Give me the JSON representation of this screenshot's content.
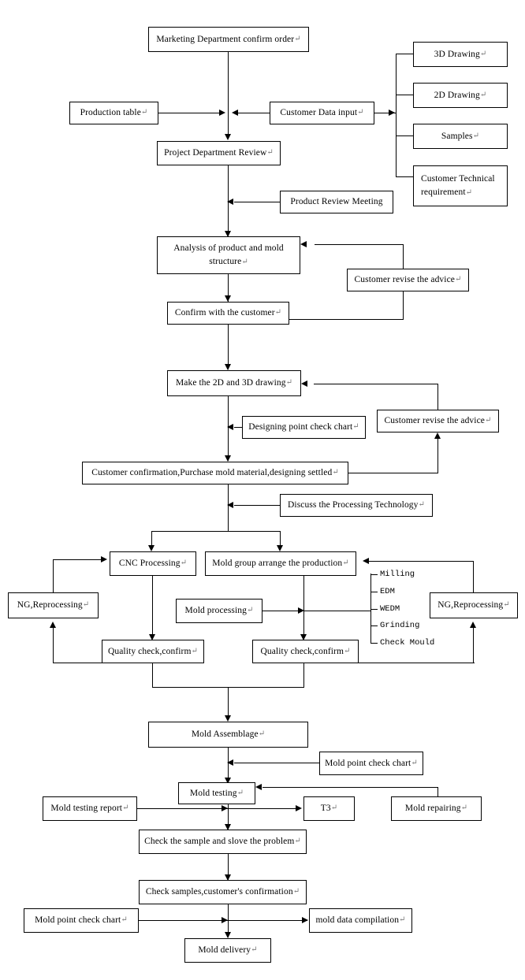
{
  "chart_data": {
    "type": "diagram",
    "title": "Mold manufacturing process flowchart",
    "nodes": [
      {
        "id": "marketing",
        "label": "Marketing Department confirm order"
      },
      {
        "id": "production_table",
        "label": "Production table"
      },
      {
        "id": "customer_data_input",
        "label": "Customer Data input"
      },
      {
        "id": "drawing_3d",
        "label": "3D Drawing"
      },
      {
        "id": "drawing_2d",
        "label": "2D Drawing"
      },
      {
        "id": "samples",
        "label": "Samples"
      },
      {
        "id": "customer_tech_req",
        "label": "Customer  Technical requirement"
      },
      {
        "id": "project_review",
        "label": "Project Department Review"
      },
      {
        "id": "product_review_meeting",
        "label": "Product Review Meeting"
      },
      {
        "id": "analysis",
        "label": "Analysis of product and mold structure"
      },
      {
        "id": "customer_revise_1",
        "label": "Customer revise the advice"
      },
      {
        "id": "confirm_customer",
        "label": "Confirm with the customer"
      },
      {
        "id": "make_drawing",
        "label": "Make the 2D and 3D drawing"
      },
      {
        "id": "designing_point",
        "label": "Designing point check chart"
      },
      {
        "id": "customer_revise_2",
        "label": "Customer revise the advice"
      },
      {
        "id": "customer_confirmation",
        "label": "Customer confirmation,Purchase mold material,designing settled"
      },
      {
        "id": "discuss_tech",
        "label": "Discuss the Processing Technology"
      },
      {
        "id": "cnc",
        "label": "CNC Processing"
      },
      {
        "id": "mold_group",
        "label": "Mold group arrange the production"
      },
      {
        "id": "ng_left",
        "label": "NG,Reprocessing"
      },
      {
        "id": "mold_processing",
        "label": "Mold processing"
      },
      {
        "id": "ng_right",
        "label": "NG,Reprocessing"
      },
      {
        "id": "quality_left",
        "label": "Quality check,confirm"
      },
      {
        "id": "quality_right",
        "label": "Quality check,confirm"
      },
      {
        "id": "mold_assemblage",
        "label": "Mold Assemblage"
      },
      {
        "id": "mold_point_check_1",
        "label": "Mold point check chart"
      },
      {
        "id": "mold_testing",
        "label": "Mold testing"
      },
      {
        "id": "mold_repairing",
        "label": "Mold repairing"
      },
      {
        "id": "mold_testing_report",
        "label": "Mold testing report"
      },
      {
        "id": "t3",
        "label": "T3"
      },
      {
        "id": "check_sample",
        "label": "Check the sample and slove the problem"
      },
      {
        "id": "check_samples_conf",
        "label": "Check samples,customer's confirmation"
      },
      {
        "id": "mold_point_check_2",
        "label": "Mold point check chart"
      },
      {
        "id": "mold_data_comp",
        "label": "mold data compilation"
      },
      {
        "id": "mold_delivery",
        "label": "Mold delivery"
      }
    ],
    "process_list": [
      "Milling",
      "EDM",
      "WEDM",
      "Grinding",
      "Check Mould"
    ],
    "edges": [
      {
        "from": "marketing",
        "to": "project_review"
      },
      {
        "from": "production_table",
        "to": "project_review"
      },
      {
        "from": "customer_data_input",
        "to": "project_review"
      },
      {
        "from": "customer_data_input",
        "to": "drawing_3d"
      },
      {
        "from": "customer_data_input",
        "to": "drawing_2d"
      },
      {
        "from": "customer_data_input",
        "to": "samples"
      },
      {
        "from": "customer_data_input",
        "to": "customer_tech_req"
      },
      {
        "from": "product_review_meeting",
        "to": "analysis"
      },
      {
        "from": "project_review",
        "to": "analysis"
      },
      {
        "from": "analysis",
        "to": "confirm_customer"
      },
      {
        "from": "confirm_customer",
        "to": "customer_revise_1"
      },
      {
        "from": "customer_revise_1",
        "to": "analysis"
      },
      {
        "from": "confirm_customer",
        "to": "make_drawing"
      },
      {
        "from": "designing_point",
        "to": "make_drawing"
      },
      {
        "from": "make_drawing",
        "to": "customer_confirmation"
      },
      {
        "from": "customer_confirmation",
        "to": "customer_revise_2"
      },
      {
        "from": "customer_revise_2",
        "to": "make_drawing"
      },
      {
        "from": "discuss_tech",
        "to": "customer_confirmation"
      },
      {
        "from": "customer_confirmation",
        "to": "cnc"
      },
      {
        "from": "customer_confirmation",
        "to": "mold_group"
      },
      {
        "from": "cnc",
        "to": "quality_left"
      },
      {
        "from": "quality_left",
        "to": "ng_left"
      },
      {
        "from": "ng_left",
        "to": "cnc"
      },
      {
        "from": "mold_group",
        "to": "quality_right"
      },
      {
        "from": "mold_processing",
        "to": "quality_right"
      },
      {
        "from": "quality_right",
        "to": "ng_right"
      },
      {
        "from": "ng_right",
        "to": "mold_group"
      },
      {
        "from": "quality_left",
        "to": "mold_assemblage"
      },
      {
        "from": "quality_right",
        "to": "mold_assemblage"
      },
      {
        "from": "mold_assemblage",
        "to": "mold_testing"
      },
      {
        "from": "mold_point_check_1",
        "to": "mold_testing"
      },
      {
        "from": "mold_repairing",
        "to": "mold_testing"
      },
      {
        "from": "mold_testing",
        "to": "check_sample"
      },
      {
        "from": "mold_testing_report",
        "to": "t3"
      },
      {
        "from": "check_sample",
        "to": "check_samples_conf"
      },
      {
        "from": "mold_point_check_2",
        "to": "mold_data_comp"
      },
      {
        "from": "check_samples_conf",
        "to": "mold_delivery"
      }
    ]
  },
  "nodes": {
    "marketing": "Marketing Department confirm order",
    "production_table": "Production table",
    "customer_data_input": "Customer Data input",
    "drawing_3d": "3D Drawing",
    "drawing_2d": "2D Drawing",
    "samples": "Samples",
    "customer_tech_req_l1": "Customer  Technical",
    "customer_tech_req_l2": "requirement",
    "project_review": "Project Department Review",
    "product_review_meeting": "Product Review Meeting",
    "analysis_l1": "Analysis of product and mold",
    "analysis_l2": "structure",
    "customer_revise_1": "Customer revise the advice",
    "confirm_customer": "Confirm with the customer",
    "make_drawing": "Make the 2D and 3D drawing",
    "designing_point": "Designing point check chart",
    "customer_revise_2": "Customer revise the advice",
    "customer_confirmation": "Customer confirmation,Purchase mold material,designing settled",
    "discuss_tech": "Discuss the Processing Technology",
    "cnc": "CNC Processing",
    "mold_group": "Mold group arrange the production",
    "ng_left": "NG,Reprocessing",
    "mold_processing": "Mold processing",
    "ng_right": "NG,Reprocessing",
    "quality_left": "Quality check,confirm",
    "quality_right": "Quality check,confirm",
    "mold_assemblage": "Mold Assemblage",
    "mold_point_check_1": "Mold point check chart",
    "mold_testing": "Mold testing",
    "mold_repairing": "Mold repairing",
    "mold_testing_report": "Mold testing report",
    "t3": "T3",
    "check_sample": "Check the sample and slove the problem",
    "check_samples_conf": "Check samples,customer's confirmation",
    "mold_point_check_2": "Mold point check chart",
    "mold_data_comp": "mold data compilation",
    "mold_delivery": "Mold delivery"
  },
  "process_list": {
    "milling": "Milling",
    "edm": "EDM",
    "wedm": "WEDM",
    "grinding": "Grinding",
    "check_mould": "Check Mould"
  },
  "symbols": {
    "pilcrow": "↵"
  },
  "colors": {
    "stroke": "#000000",
    "background": "#ffffff",
    "pilcrow": "#7a7a7a"
  }
}
